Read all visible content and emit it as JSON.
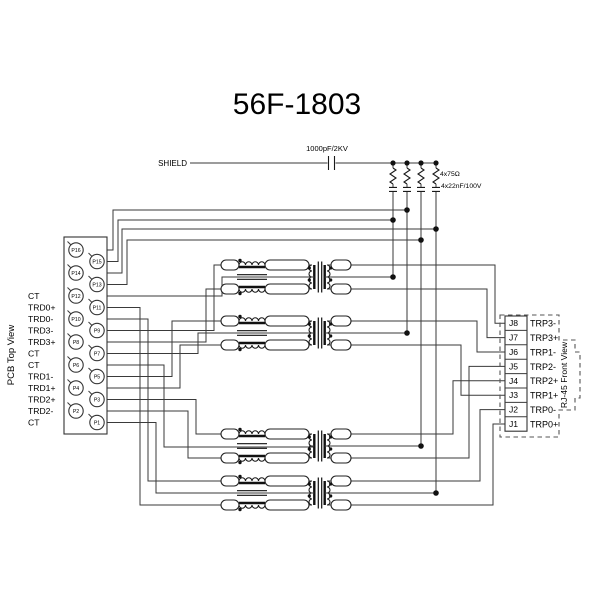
{
  "title": "56F-1803",
  "top": {
    "shield_label": "SHIELD",
    "capacitor_label": "1000pF/2KV",
    "resistor_network_label": "4x75Ω",
    "capacitor_network_label": "4x22nF/100V"
  },
  "pcb": {
    "view_label": "PCB  Top  View",
    "signal_labels": [
      "CT",
      "TRD0+",
      "TRD0-",
      "TRD3-",
      "TRD3+",
      "CT",
      "CT",
      "TRD1-",
      "TRD1+",
      "TRD2+",
      "TRD2-",
      "CT"
    ],
    "pins": [
      "P16",
      "P15",
      "P14",
      "P13",
      "P12",
      "P11",
      "P10",
      "P9",
      "P8",
      "P7",
      "P6",
      "P5",
      "P4",
      "P3",
      "P2",
      "P1"
    ]
  },
  "rj45": {
    "view_label": "RJ-45  Front  View",
    "jacks": [
      {
        "pin": "J8",
        "signal": "TRP3-"
      },
      {
        "pin": "J7",
        "signal": "TRP3+"
      },
      {
        "pin": "J6",
        "signal": "TRP1-"
      },
      {
        "pin": "J5",
        "signal": "TRP2-"
      },
      {
        "pin": "J4",
        "signal": "TRP2+"
      },
      {
        "pin": "J3",
        "signal": "TRP1+"
      },
      {
        "pin": "J2",
        "signal": "TRP0-"
      },
      {
        "pin": "J1",
        "signal": "TRP0+"
      }
    ]
  },
  "colors": {
    "background": "#ffffff",
    "line": "#3a3a3a",
    "text": "#000000"
  }
}
